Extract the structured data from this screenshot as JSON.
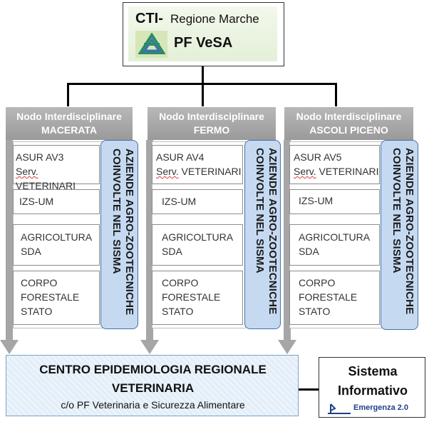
{
  "top": {
    "cti_prefix": "CTI-",
    "cti_rest": "Regione Marche",
    "pf_label": "PF VeSA",
    "logo_icon": "triangle-logo-icon"
  },
  "nodes": [
    {
      "header_l1": "Nodo Interdisciplinare",
      "header_l2": "MACERATA",
      "asur_l1": "ASUR AV3",
      "asur_l2a": "Serv.",
      "asur_l2b": " VETERINARI",
      "izs": "IZS-UM",
      "agri_l1": "AGRICOLTURA",
      "agri_l2": "SDA",
      "corpo_l1": "CORPO",
      "corpo_l2": "FORESTALE",
      "corpo_l3": "STATO",
      "vert_l1": "AZIENDE AGRO-ZOOTECNICHE",
      "vert_l2": "COINVOLTE NEL SISMA"
    },
    {
      "header_l1": "Nodo Interdisciplinare",
      "header_l2": "FERMO",
      "asur_l1": "ASUR AV4",
      "asur_l2a": "Serv.",
      "asur_l2b": " VETERINARI",
      "izs": "IZS-UM",
      "agri_l1": "AGRICOLTURA",
      "agri_l2": "SDA",
      "corpo_l1": "CORPO",
      "corpo_l2": "FORESTALE",
      "corpo_l3": "STATO",
      "vert_l1": "AZIENDE AGRO-ZOOTECNICHE",
      "vert_l2": "COINVOLTE NEL SISMA"
    },
    {
      "header_l1": "Nodo Interdisciplinare",
      "header_l2": "ASCOLI PICENO",
      "asur_l1": "ASUR AV5",
      "asur_l2a": "Serv.",
      "asur_l2b": " VETERINARI",
      "izs": "IZS-UM",
      "agri_l1": "AGRICOLTURA",
      "agri_l2": "SDA",
      "corpo_l1": "CORPO",
      "corpo_l2": "FORESTALE",
      "corpo_l3": "STATO",
      "vert_l1": "AZIENDE AGRO-ZOOTECNICHE",
      "vert_l2": "COINVOLTE NEL SISMA"
    }
  ],
  "center": {
    "line1": "CENTRO EPIDEMIOLOGIA REGIONALE",
    "line2": "VETERINARIA",
    "line3": "c/o  PF Veterinaria e Sicurezza Alimentare"
  },
  "info": {
    "line1": "Sistema",
    "line2": "Informativo",
    "badge": "Emergenza 2.0",
    "badge_icon": "emergenza-logo-icon"
  },
  "colors": {
    "header_gray": "#a6a6a6",
    "vertical_box": "#c5d9f1",
    "center_box": "#e3eef9",
    "top_box": "#e4f0d8"
  }
}
